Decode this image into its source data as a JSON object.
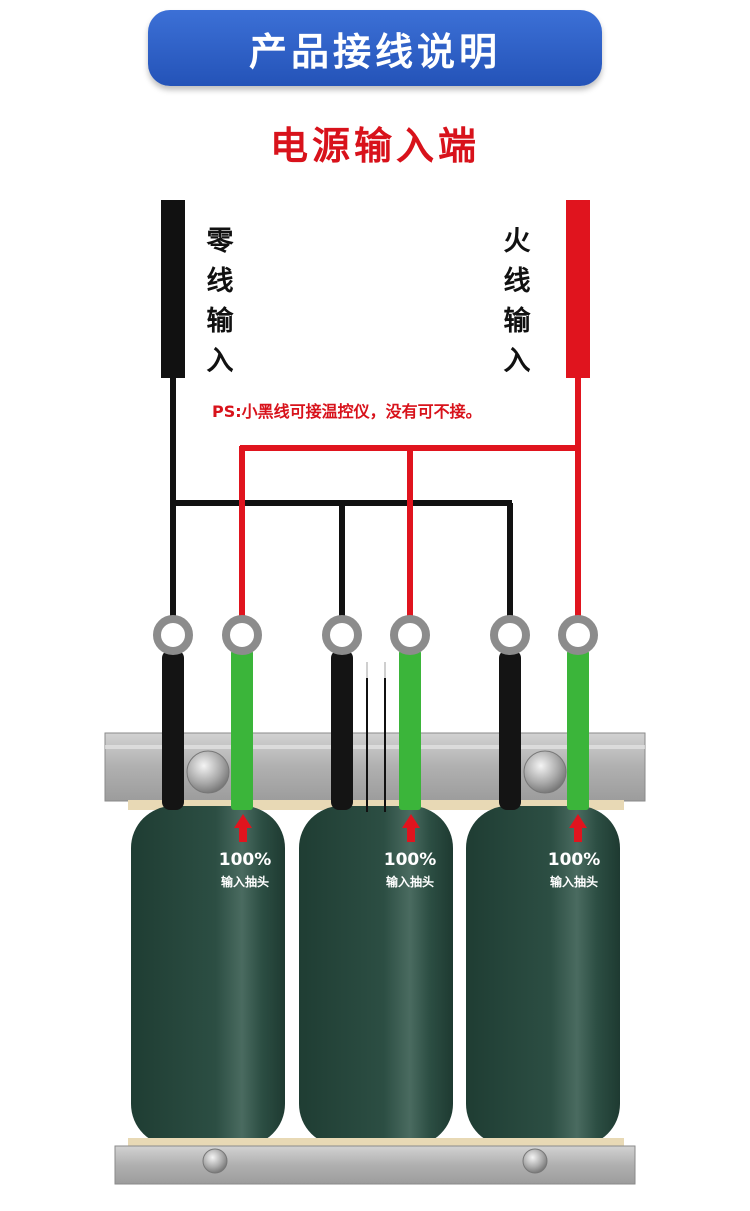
{
  "header": {
    "title": "产品接线说明"
  },
  "section_title": "电源输入端",
  "labels": {
    "neutral": [
      "零",
      "线",
      "输",
      "入"
    ],
    "live": [
      "火",
      "线",
      "输",
      "入"
    ]
  },
  "note": "PS:小黑线可接温控仪，没有可不接。",
  "coils": [
    {
      "tap_percent": "100%",
      "tap_label": "输入抽头"
    },
    {
      "tap_percent": "100%",
      "tap_label": "输入抽头"
    },
    {
      "tap_percent": "100%",
      "tap_label": "输入抽头"
    }
  ],
  "colors": {
    "banner": "#2b5fc7",
    "accent_red": "#d8121b",
    "wire_black": "#111111",
    "wire_red": "#e0141e",
    "lead_green": "#3bb53a",
    "coil": "#27483d",
    "rail": "#b4b4b4"
  }
}
